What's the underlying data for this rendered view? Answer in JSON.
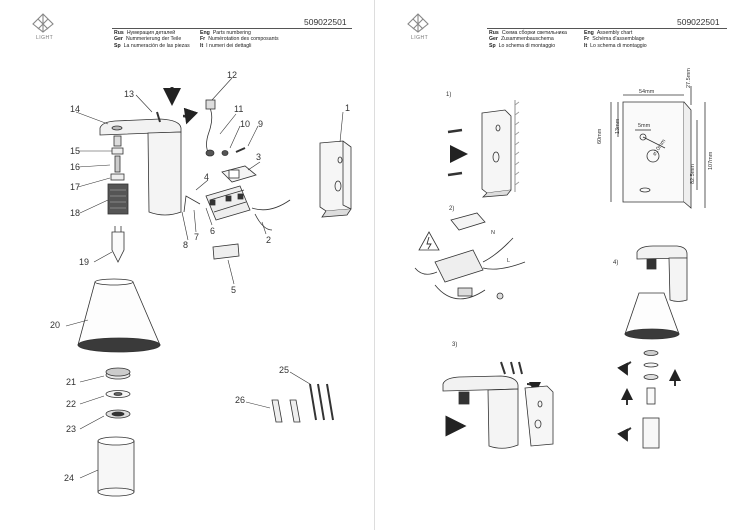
{
  "doc_number": "509022501",
  "brand_text": "LIGHT",
  "left_header": {
    "col1": [
      {
        "lang": "Rus",
        "text": "Нумерация деталей"
      },
      {
        "lang": "Ger",
        "text": "Nummerierung der Teile"
      },
      {
        "lang": "Sp",
        "text": "La numeración de las piezas"
      }
    ],
    "col2": [
      {
        "lang": "Eng",
        "text": "Parts numbering"
      },
      {
        "lang": "Fr",
        "text": "Numérotation des composants"
      },
      {
        "lang": "It",
        "text": "I numeri dei dettagli"
      }
    ]
  },
  "right_header": {
    "col1": [
      {
        "lang": "Rus",
        "text": "Схема сборки светильника"
      },
      {
        "lang": "Ger",
        "text": "Zusammenbauschema"
      },
      {
        "lang": "Sp",
        "text": "Lo schema di montaggio"
      }
    ],
    "col2": [
      {
        "lang": "Eng",
        "text": "Assembly chart"
      },
      {
        "lang": "Fr",
        "text": "Schéma d'assemblage"
      },
      {
        "lang": "It",
        "text": "Lo schema di montaggio"
      }
    ]
  },
  "parts": [
    "1",
    "2",
    "3",
    "4",
    "5",
    "6",
    "7",
    "8",
    "9",
    "10",
    "11",
    "12",
    "13",
    "14",
    "15",
    "16",
    "17",
    "18",
    "19",
    "20",
    "21",
    "22",
    "23",
    "24",
    "25",
    "26"
  ],
  "steps": [
    "1)",
    "2)",
    "3)",
    "4)"
  ],
  "wire_letters": [
    "N",
    "L"
  ],
  "dimensions": {
    "width": "54mm",
    "top": "27.5mm",
    "height1": "60mm",
    "height2": "13mm",
    "hole": "5mm",
    "dia": "⌀10mm",
    "offset": "82.5mm",
    "total": "107mm"
  },
  "colors": {
    "line": "#333333",
    "fill_light": "#e9e9e9",
    "fill_dark": "#3a3a3a"
  }
}
